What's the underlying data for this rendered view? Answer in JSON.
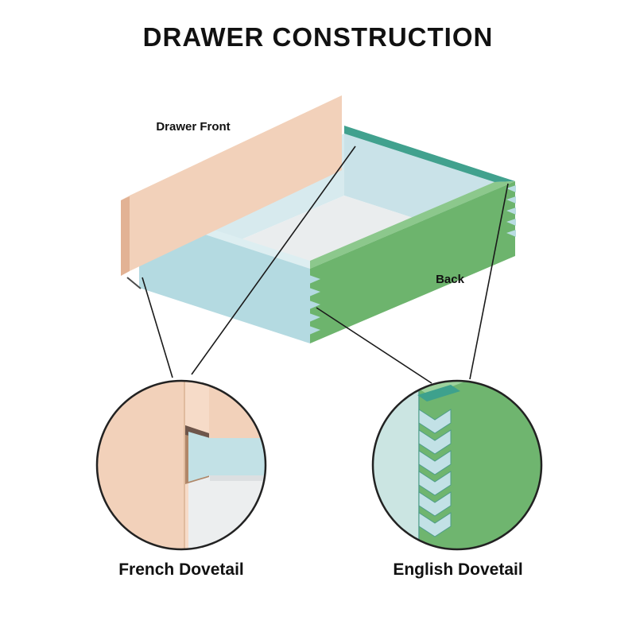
{
  "title": "DRAWER CONSTRUCTION",
  "diagram": {
    "labels": {
      "drawer_front": "Drawer Front",
      "back": "Back"
    },
    "callouts": [
      {
        "id": "french-dovetail",
        "label": "French Dovetail"
      },
      {
        "id": "english-dovetail",
        "label": "English Dovetail"
      }
    ],
    "colors": {
      "front_panel_pink": "#f2d1ba",
      "front_panel_edge": "#e2b294",
      "front_panel_top": "#f9e7d8",
      "side_panel_blue": "#b4dae1",
      "back_panel_green": "#6db46d",
      "back_panel_rim": "#8cc88c",
      "teal_edge": "#41a18e",
      "interior_floor": "#eaedee",
      "inner_wall_blue": "#c9e2e8",
      "outline_black": "#1a1a1a"
    }
  }
}
